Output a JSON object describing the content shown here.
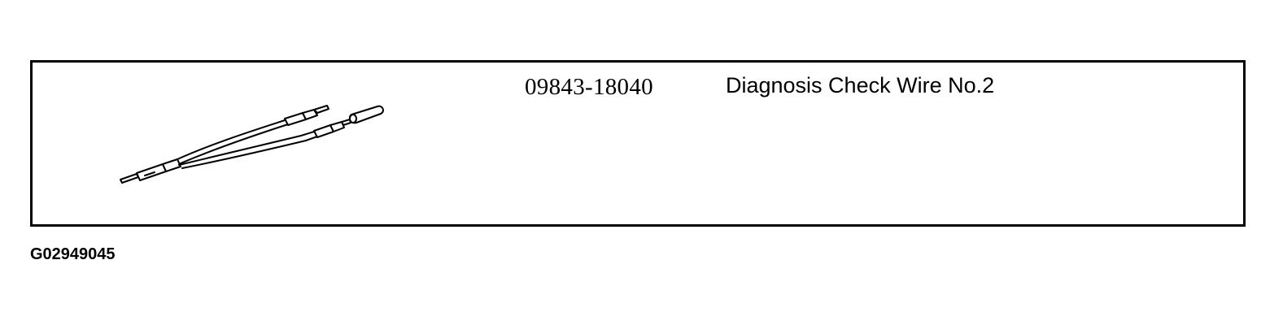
{
  "tool": {
    "part_number": "09843-18040",
    "name": "Diagnosis Check Wire No.2",
    "illustration": "diagnosis-check-wire-illustration"
  },
  "figure": {
    "id": "G02949045"
  },
  "colors": {
    "border": "#000000",
    "background": "#ffffff",
    "text": "#000000"
  }
}
